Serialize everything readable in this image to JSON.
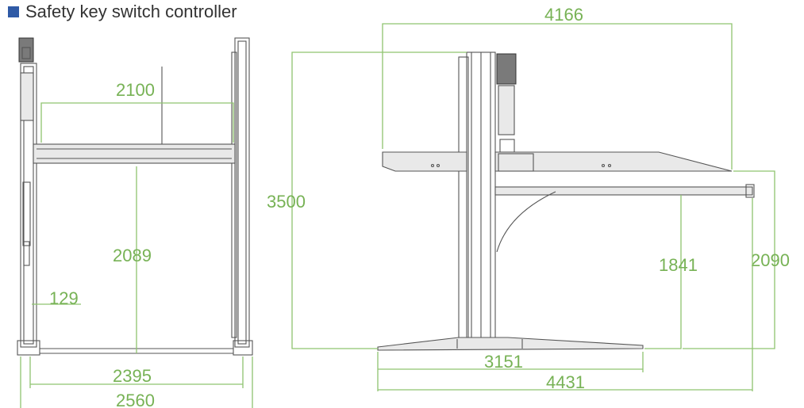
{
  "caption": {
    "text": "Safety key switch controller",
    "bullet_color": "#2f5aa6"
  },
  "colors": {
    "dimension": "#77b255",
    "structure": "#555555"
  },
  "front_view": {
    "dimensions": {
      "platform_width": "2100",
      "platform_height": "2089",
      "base_offset": "129",
      "inner_base_width": "2395",
      "outer_width": "2560"
    }
  },
  "side_view": {
    "dimensions": {
      "top_length": "4166",
      "overall_height": "3500",
      "ramp_height": "1841",
      "lift_height": "2090",
      "base_length": "3151",
      "overall_length": "4431"
    }
  }
}
